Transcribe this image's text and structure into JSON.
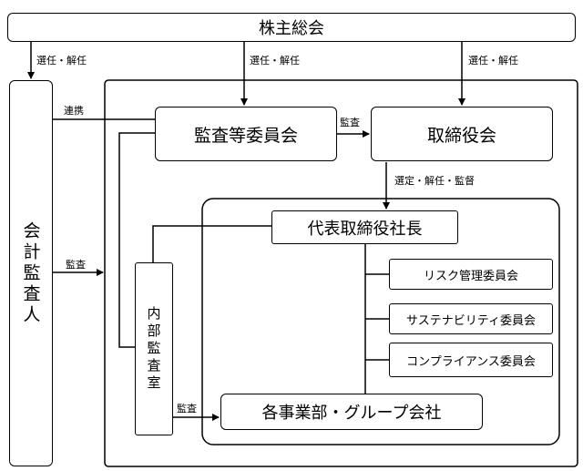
{
  "nodes": {
    "shareholders": "株主総会",
    "auditor": "会計監査人",
    "audit_committee": "監査等委員会",
    "board": "取締役会",
    "president": "代表取締役社長",
    "internal_audit": "内部監査室",
    "risk_committee": "リスク管理委員会",
    "sustainability_committee": "サステナビリティ委員会",
    "compliance_committee": "コンプライアンス委員会",
    "departments": "各事業部・グループ会社"
  },
  "edges": {
    "elect_auditor": "選任・解任",
    "elect_audit_committee": "選任・解任",
    "elect_board": "選任・解任",
    "cooperation": "連携",
    "audit_committee_to_board": "監査",
    "board_to_president": "選定・解任・監督",
    "auditor_audit": "監査",
    "internal_audit_to_departments": "監査"
  }
}
